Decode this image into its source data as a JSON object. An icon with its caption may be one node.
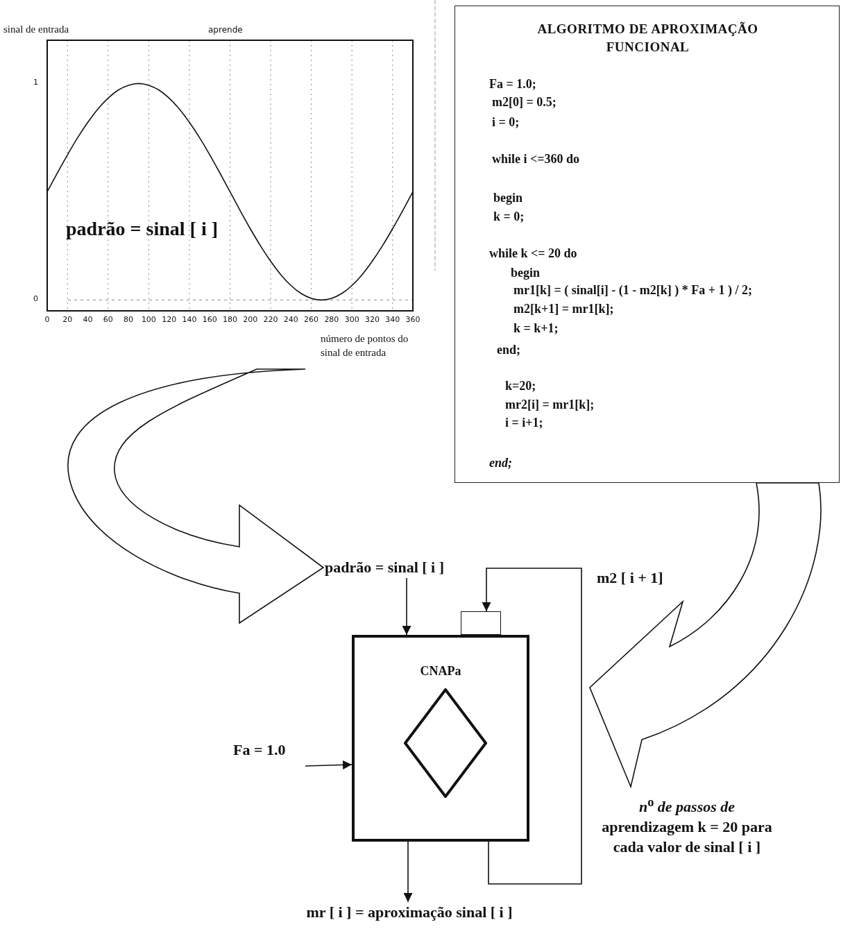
{
  "diagram": {
    "nodes": [
      {
        "text": [],
        "shape": "picture"
      },
      {
        "text": [
          "ALGORITMO DE APROXIMAÇÃO FUNCIONAL",
          "Fa = 1.0;",
          "m2[0] = 0.5;",
          "i = 0;",
          "while i <=360 do",
          "begin",
          "k = 0;",
          "while k <= 20 do",
          "begin",
          "mr1[k] = ( sinal[i] - (1 - m2[k] ) * Fa + 1 ) / 2;",
          "m2[k+1] = mr1[k];",
          "k = k+1;",
          "end;",
          "k=20;",
          "mr2[i] = mr1[k];",
          "i = i+1;",
          "end;"
        ]
      },
      {
        "text": [
          "padrão = sinal [ i ]"
        ]
      },
      {
        "text": [
          "CNAPa"
        ]
      },
      {
        "text": [],
        "shape": "diamond",
        "in": 3
      },
      {
        "text": [],
        "shape": "box"
      },
      {
        "text": [
          "Fa = 1.0"
        ]
      },
      {
        "text": [
          "mr [ i ] = aproximação sinal [ i ]"
        ]
      }
    ],
    "edges": [
      {
        "from": 0,
        "to": 2,
        "arrow": "to",
        "style": "thick"
      },
      {
        "from": 1,
        "to": null,
        "arrow": "to",
        "style": "thick"
      },
      {
        "from": 2,
        "to": 3,
        "arrow": "to"
      },
      {
        "from": 6,
        "to": 3,
        "arrow": "to"
      },
      {
        "from": 3,
        "to": 7,
        "arrow": "to"
      },
      {
        "from": 3,
        "to": 5,
        "arrow": "to",
        "label": "m2 [ i + 1]"
      }
    ],
    "labels": [
      "padrão = sinal [ i ]",
      "*n*$^{o}$ *de passos de* aprendizagem k = 20 para cada valor de sinal [ i ]"
    ],
    "chart_data": {
      "type": "line",
      "title": "aprende",
      "xlabel": "número de pontos do sinal de entrada",
      "ylabel": "sinal de entrada",
      "x": [
        0,
        10,
        20,
        30,
        40,
        50,
        60,
        70,
        80,
        90,
        100,
        110,
        120,
        130,
        140,
        150,
        160,
        170,
        180,
        190,
        200,
        210,
        220,
        230,
        240,
        250,
        260,
        270,
        280,
        290,
        300,
        310,
        320,
        330,
        340,
        350,
        360
      ],
      "series": [
        {
          "values": [
            0.5,
            0.587,
            0.671,
            0.75,
            0.821,
            0.883,
            0.933,
            0.97,
            0.992,
            1,
            0.992,
            0.97,
            0.933,
            0.883,
            0.821,
            0.75,
            0.671,
            0.587,
            0.5,
            0.413,
            0.329,
            0.25,
            0.179,
            0.117,
            0.067,
            0.03,
            0.008,
            0,
            0.008,
            0.03,
            0.067,
            0.117,
            0.179,
            0.25,
            0.329,
            0.413,
            0.5
          ]
        }
      ],
      "xlim": [
        0,
        360
      ],
      "ylim": [
        -0.05,
        1.2
      ],
      "xticks": [
        0,
        20,
        40,
        60,
        80,
        100,
        120,
        140,
        160,
        180,
        200,
        220,
        240,
        260,
        280,
        300,
        320,
        340,
        360
      ],
      "yticks": [
        0,
        1
      ],
      "grid": true
    }
  }
}
